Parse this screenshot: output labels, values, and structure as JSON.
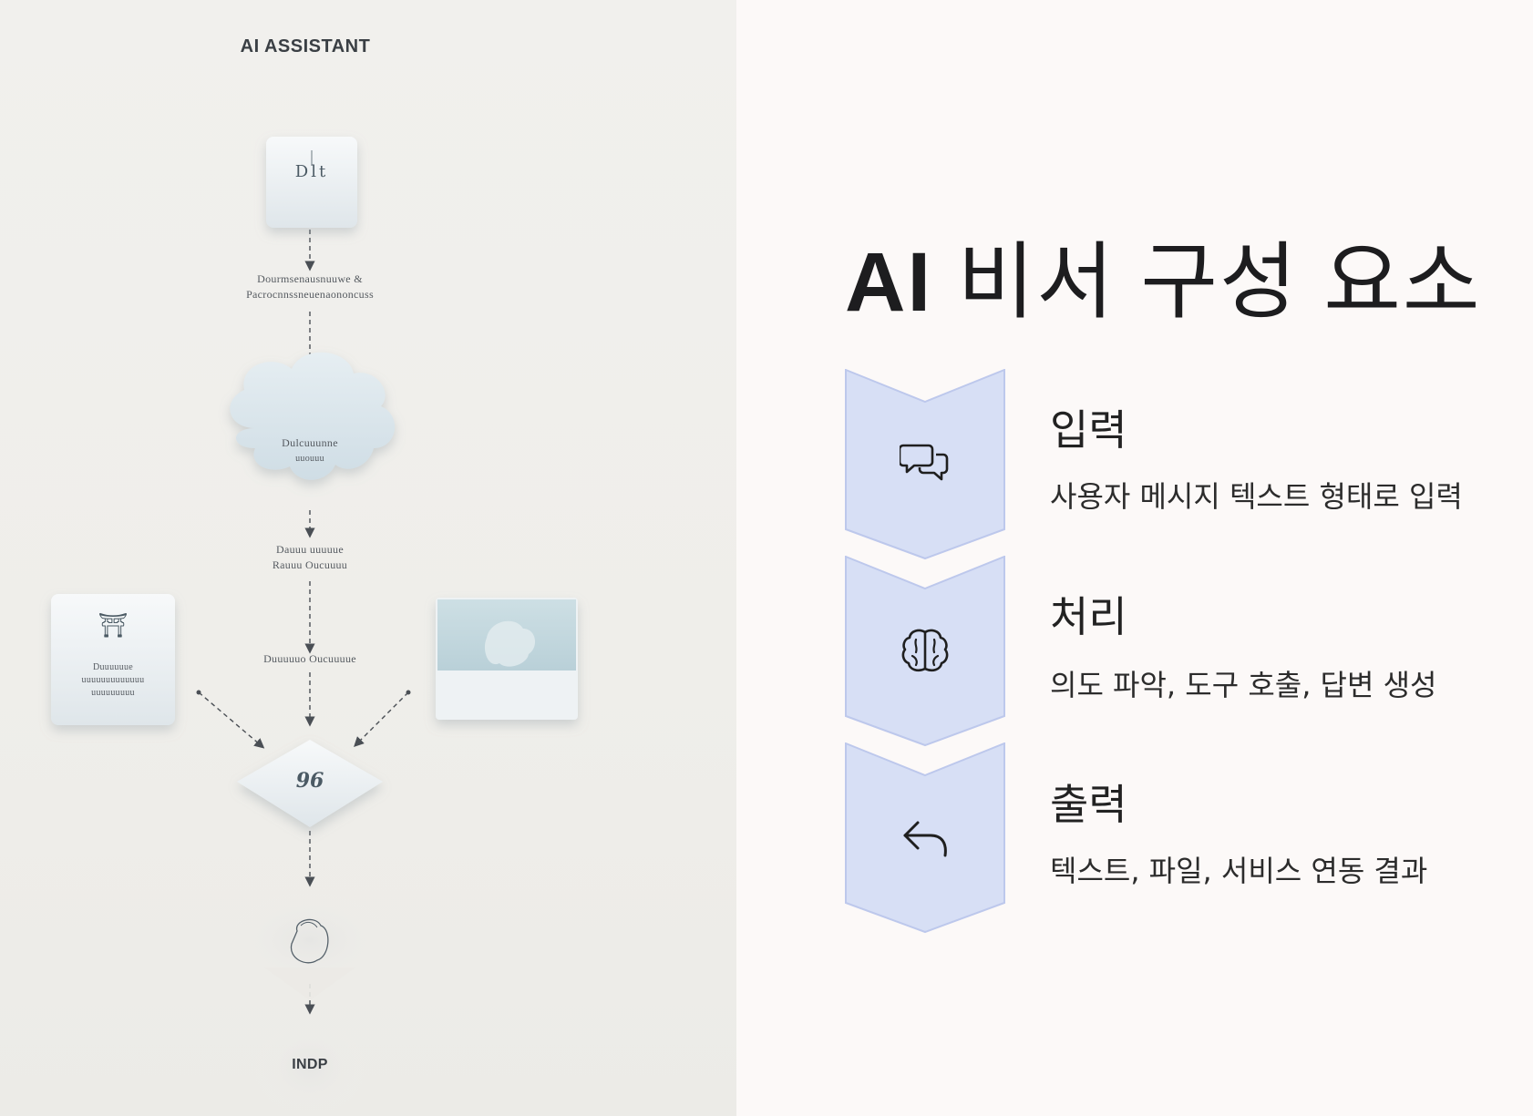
{
  "illustration": {
    "title": "AI ASSISTANT",
    "node1_text": "Dlt",
    "label1_line1": "Dourmsenausnuuwe &",
    "label1_line2": "Pacrocnnssneuenaononcuss",
    "cloud_line1": "Dulcuuunne",
    "cloud_line2": "uuouuu",
    "label2_line1": "Dauuu uuuuue",
    "label2_line2": "Rauuu Oucuuuu",
    "label3": "Duuuuuo Oucuuuue",
    "left_card_line1": "Duuuuuue",
    "left_card_line2": "uuuuuuuuuuuuu",
    "left_card_line3": "uuuuuuuuu",
    "diamond_text": "96",
    "end_label": "INDP"
  },
  "slide": {
    "title_ai": "AI",
    "title_rest": " 비서 구성 요소",
    "steps": [
      {
        "icon": "chat-bubbles-icon",
        "title": "입력",
        "desc": "사용자 메시지 텍스트 형태로 입력"
      },
      {
        "icon": "brain-icon",
        "title": "처리",
        "desc": "의도 파악, 도구 호출, 답변 생성"
      },
      {
        "icon": "reply-arrow-icon",
        "title": "출력",
        "desc": "텍스트, 파일, 서비스 연동 결과"
      }
    ]
  },
  "colors": {
    "chevron_fill": "#d7dff5",
    "chevron_stroke": "#bdc8ec",
    "slide_background": "#fcf9f8",
    "illustration_background": "#f0efeb"
  }
}
